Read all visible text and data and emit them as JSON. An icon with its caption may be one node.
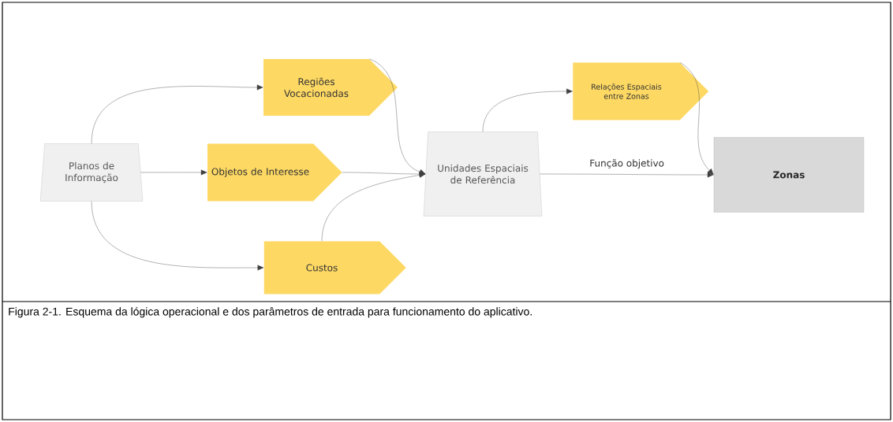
{
  "diagram": {
    "caption": "Figura 2-1. Esquema da lógica operacional e dos parâmetros de entrada para funcionamento do aplicativo.",
    "nodes": [
      {
        "text": [
          "Planos de Informação"
        ]
      },
      {
        "text": [
          "Regiões Vocacionadas"
        ]
      },
      {
        "text": [
          "Objetos de Interesse"
        ]
      },
      {
        "text": [
          "Custos"
        ]
      },
      {
        "text": [
          "Unidades Espaciais de Referência"
        ]
      },
      {
        "text": [
          "Relações Espaciais entre Zonas"
        ]
      },
      {
        "text": [
          "Zonas"
        ]
      }
    ],
    "edges": [
      {
        "from": 0,
        "to": 1,
        "arrow": "to"
      },
      {
        "from": 0,
        "to": 2,
        "arrow": "to"
      },
      {
        "from": 0,
        "to": 3,
        "arrow": "to"
      },
      {
        "from": 1,
        "to": 4,
        "arrow": "to"
      },
      {
        "from": 2,
        "to": 4,
        "arrow": "to"
      },
      {
        "from": 3,
        "to": 4,
        "arrow": "to"
      },
      {
        "from": 4,
        "to": 5,
        "arrow": "to"
      },
      {
        "from": 4,
        "to": 6,
        "arrow": "to",
        "label": "Função objetivo"
      },
      {
        "from": 5,
        "to": 6,
        "arrow": "to"
      }
    ]
  }
}
